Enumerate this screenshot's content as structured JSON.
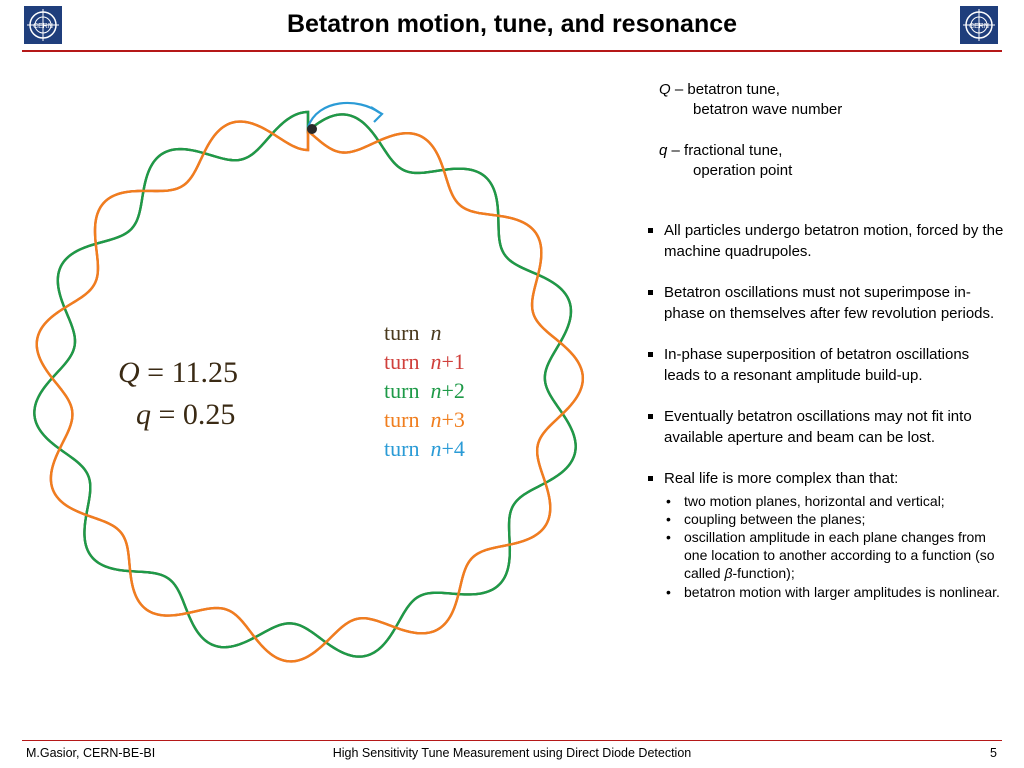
{
  "header": {
    "title": "Betatron motion, tune, and resonance",
    "logo_text": "CERN"
  },
  "diagram": {
    "tune_Q": "11.25",
    "tune_q": "0.25",
    "Q_symbol": "Q",
    "q_symbol": "q",
    "equals": "=",
    "turns": [
      {
        "word": "turn",
        "index": "n",
        "suffix": "",
        "color": "#4a3a1e"
      },
      {
        "word": "turn",
        "index": "n",
        "suffix": "+1",
        "color": "#d0403c"
      },
      {
        "word": "turn",
        "index": "n",
        "suffix": "+2",
        "color": "#1e9a48"
      },
      {
        "word": "turn",
        "index": "n",
        "suffix": "+3",
        "color": "#f07e1e"
      },
      {
        "word": "turn",
        "index": "n",
        "suffix": "+4",
        "color": "#2b9bd6"
      }
    ],
    "curve_colors": [
      "#4a3a1e",
      "#d0403c",
      "#1e9a48",
      "#f07e1e"
    ],
    "reference_color": "#2b9bd6"
  },
  "definitions": {
    "Q_symbol": "Q",
    "Q_line1": " – betatron tune,",
    "Q_line2": "betatron wave number",
    "q_symbol": "q",
    "q_line1": " – fractional tune,",
    "q_line2": "operation point"
  },
  "bullets": [
    "All particles undergo betatron motion, forced by the machine quadrupoles.",
    "Betatron oscillations must not superimpose in-phase on themselves after few revolution periods.",
    "In-phase superposition of betatron oscillations leads to a resonant amplitude build-up.",
    "Eventually betatron oscillations may not fit into available aperture and beam can be lost.",
    "Real life is more complex than that:"
  ],
  "sub_bullets": [
    "two motion planes, horizontal and vertical;",
    "coupling between the planes;",
    "oscillation amplitude in each plane changes from one location to another according to a",
    "function (so called ",
    "β",
    "-function);",
    "betatron motion with larger amplitudes is nonlinear."
  ],
  "footer": {
    "author": "M.Gasior, CERN-BE-BI",
    "talk": "High Sensitivity Tune Measurement using Direct Diode Detection",
    "page": "5"
  },
  "colors": {
    "accent_rule": "#b51818",
    "logo_blue": "#1f3e7c"
  }
}
